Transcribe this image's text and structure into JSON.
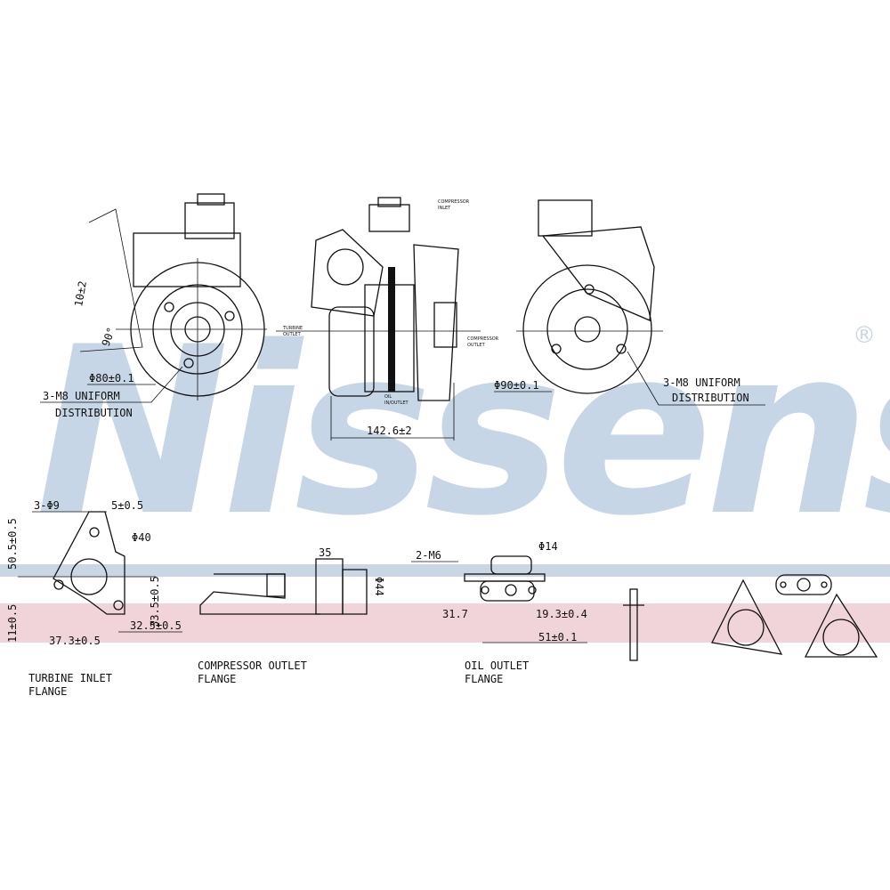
{
  "watermark": {
    "brand": "Nissens",
    "registered": "®",
    "color": "#c6d6e6",
    "band_blue": "#c9d6e4",
    "band_pink": "#f1d3da"
  },
  "top_left_view": {
    "angle_dim": "10±2",
    "angle": "90°",
    "diameter": "Φ80±0.1",
    "bolt_note_1": "3-M8 UNIFORM",
    "bolt_note_2": "DISTRIBUTION"
  },
  "side_view": {
    "turbine_outlet_1": "TURBINE",
    "turbine_outlet_2": "OUTLET",
    "compressor_outlet_1": "COMPRESSOR",
    "compressor_outlet_2": "OUTLET",
    "compressor_inlet_1": "COMPRESSOR",
    "compressor_inlet_2": "INLET",
    "oil_1": "OIL",
    "oil_2": "IN/OUTLET",
    "length": "142.6±2"
  },
  "top_right_view": {
    "diameter": "Φ90±0.1",
    "bolt_note_1": "3-M8 UNIFORM",
    "bolt_note_2": "DISTRIBUTION"
  },
  "turbine_inlet_flange": {
    "holes": "3-Φ9",
    "offset": "5±0.5",
    "height": "50.5±0.5",
    "bore": "Φ40",
    "vert": "33.5±0.5",
    "bottom": "11±0.5",
    "horiz1": "32.5±0.5",
    "horiz2": "37.3±0.5",
    "caption_1": "TURBINE INLET",
    "caption_2": "FLANGE"
  },
  "compressor_outlet_flange": {
    "width": "35",
    "diameter": "Φ44",
    "caption_1": "COMPRESSOR OUTLET",
    "caption_2": "FLANGE"
  },
  "oil_outlet_flange": {
    "holes": "2-M6",
    "bore": "Φ14",
    "left": "31.7",
    "right": "19.3±0.4",
    "span": "51±0.1",
    "caption_1": "OIL OUTLET",
    "caption_2": "FLANGE"
  }
}
